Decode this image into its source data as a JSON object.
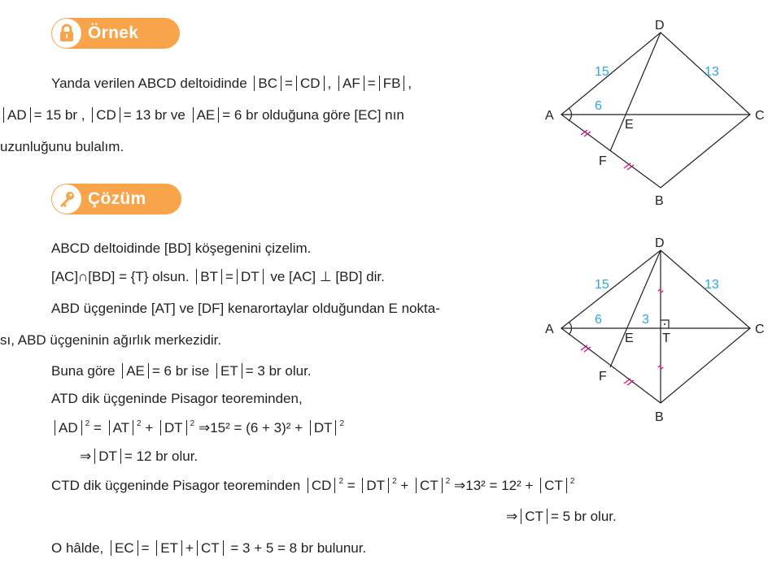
{
  "example": {
    "badge_label": "Örnek",
    "icon": "lock-icon",
    "color": "#f7a44a",
    "line1_a": "Yanda verilen ABCD deltoidinde",
    "bc": "BC",
    "eq": "=",
    "cd": "CD",
    "comma": ",",
    "af": "AF",
    "fb": "FB",
    "ad": "AD",
    "ad_val": "= 15 br ,",
    "cd_val": "= 13 br  ve",
    "ae": "AE",
    "ae_val": "= 6 br  olduğuna göre [EC] nın",
    "line3": "uzunluğunu bulalım."
  },
  "solution": {
    "badge_label": "Çözüm",
    "icon": "key-icon",
    "line1": "ABCD deltoidinde [BD] köşegenini çizelim.",
    "line2_a": "[AC]∩[BD] = {T} olsun.",
    "bt": "BT",
    "eq": "=",
    "dt": "DT",
    "line2_b": "ve [AC] ⊥ [BD] dir.",
    "line3": "ABD üçgeninde [AT] ve [DF] kenarortaylar olduğundan E nokta-",
    "line4": "sı, ABD üçgeninin ağırlık merkezidir.",
    "line5_a": "Buna göre",
    "ae": "AE",
    "line5_b": "= 6 br  ise",
    "et": "ET",
    "line5_c": "= 3 br  olur.",
    "line6": "ATD dik üçgeninde Pisagor teoreminden,",
    "ad": "AD",
    "at": "AT",
    "sq": "2",
    "eq7_mid": "= ",
    "eq7_plus": "+ ",
    "eq7_end": "⇒15² = (6 + 3)² +",
    "line8_a": "⇒",
    "line8_b": "= 12 br  olur.",
    "line9": "CTD dik üçgeninde Pisagor teoreminden",
    "cd": "CD",
    "ct": "CT",
    "eq9_end": "⇒13² = 12² +",
    "line10_b": "= 5 br  olur.",
    "line11_a": "O hâlde,",
    "ec": "EC",
    "line11_b": "= 3 + 5 = 8 br  bulunur."
  },
  "figure1": {
    "labels": {
      "A": "A",
      "B": "B",
      "C": "C",
      "D": "D",
      "E": "E",
      "F": "F"
    },
    "len_ad": "15",
    "len_cd": "13",
    "len_ae": "6",
    "length_color": "#2aa7df",
    "tick_color": "#e6007e"
  },
  "figure2": {
    "labels": {
      "A": "A",
      "B": "B",
      "C": "C",
      "D": "D",
      "E": "E",
      "F": "F",
      "T": "T"
    },
    "len_ad": "15",
    "len_cd": "13",
    "len_ae": "6",
    "len_et": "3"
  }
}
